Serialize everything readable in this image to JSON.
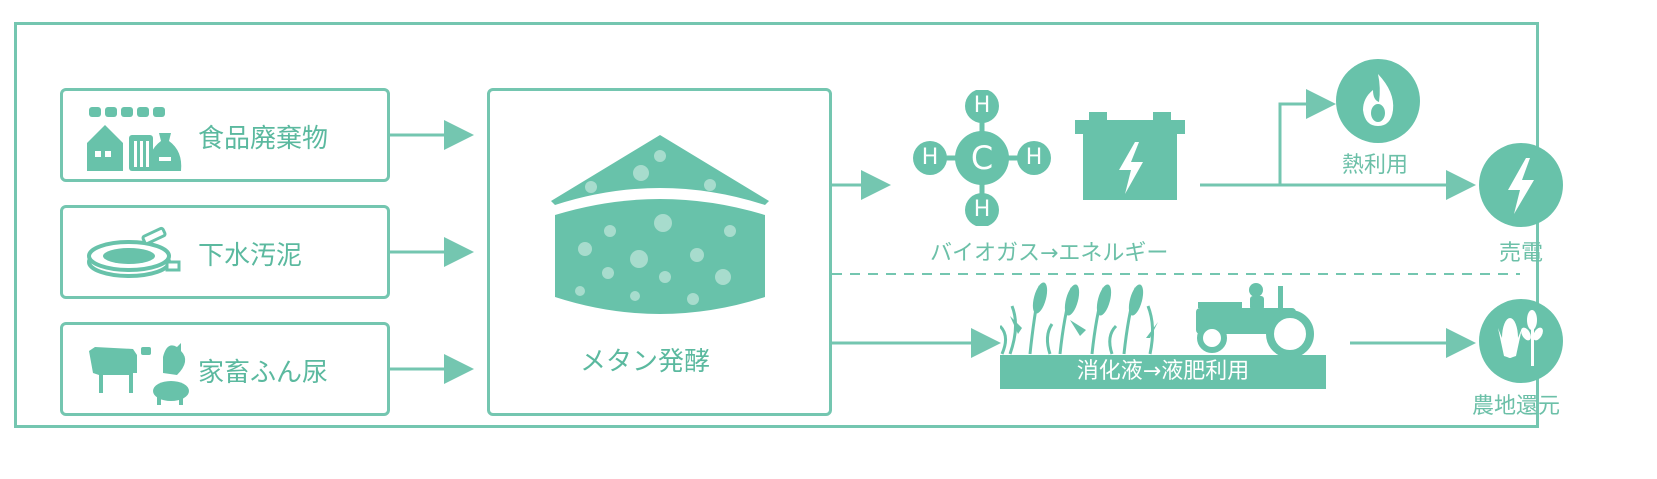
{
  "inputs": {
    "food_waste": "食品廃棄物",
    "sewage_sludge": "下水汚泥",
    "livestock_manure": "家畜ふん尿"
  },
  "process": {
    "fermentation": "メタン発酵"
  },
  "methane": {
    "atom_h": "H",
    "atom_c": "C"
  },
  "outputs": {
    "biogas_energy": "バイオガス→エネルギー",
    "heat_use": "熱利用",
    "power_sale": "売電",
    "digestate_fertilizer": "消化液→液肥利用",
    "farmland_return": "農地還元"
  },
  "colors": {
    "accent": "#68c2aa",
    "line": "#74c6b0",
    "text": "#5bb99f"
  }
}
